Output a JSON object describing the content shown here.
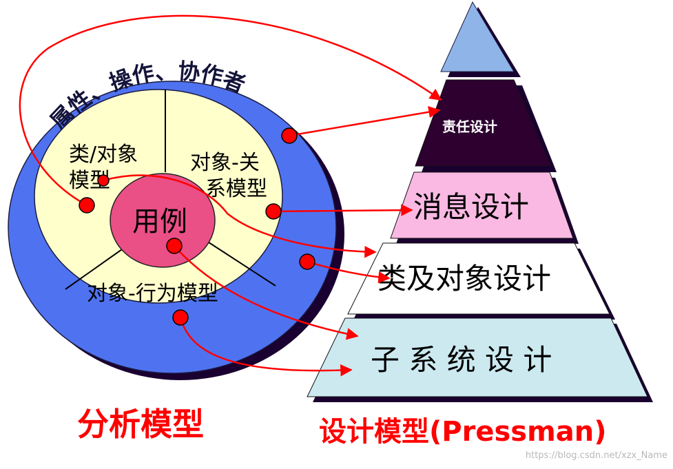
{
  "analysis_model": {
    "outer_ring_text": "属性、操作、协作者",
    "class_object_line1": "类/对象",
    "class_object_line2": "模型",
    "object_relation_line1": "对象-关",
    "object_relation_line2": "系模型",
    "object_behavior": "对象-行为模型",
    "use_case": "用例",
    "caption": "分析模型"
  },
  "design_model": {
    "top_level": "",
    "responsibility": "责任设计",
    "message": "消息设计",
    "class_object": "类及对象设计",
    "subsystem": "子 系 统 设 计",
    "caption": "设计模型(Pressman)"
  },
  "watermark": "https://blog.csdn.net/xzx_Name",
  "colors": {
    "outer_ring": "#4f73f0",
    "inner_disc": "#ffffcc",
    "use_case": "#ea4f86",
    "arrow": "#ff0000",
    "top_triangle": "#8fb4e8",
    "responsibility": "#2d0030",
    "message": "#f9b9e3",
    "class_object": "#ffffff",
    "subsystem": "#cce9f0",
    "shadow": "#1a0030"
  }
}
